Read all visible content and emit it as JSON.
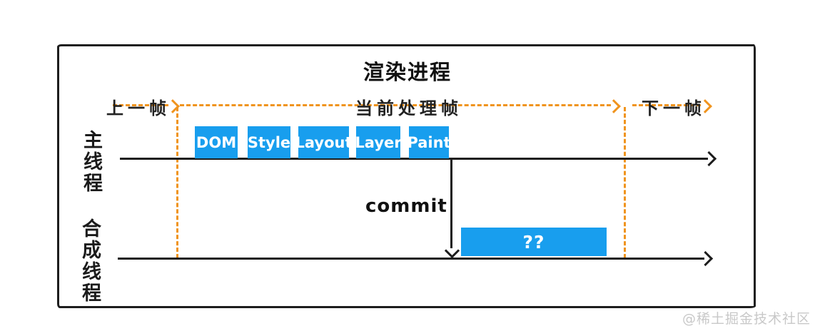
{
  "title": "渲染进程",
  "frame_markers": {
    "previous": "上一帧",
    "current": "当前处理帧",
    "next": "下一帧"
  },
  "main_thread": {
    "label": "主线程",
    "stages": [
      "DOM",
      "Style",
      "Layout",
      "Layer",
      "Paint"
    ]
  },
  "commit_label": "commit",
  "compositor_thread": {
    "label": "合成线程",
    "box_label": "??"
  },
  "watermark": "@稀土掘金技术社区",
  "colors": {
    "accent_orange": "#F0941E",
    "box_blue": "#189EEE",
    "line_black": "#1D1D1D",
    "watermark_gray": "#C8C8C8"
  }
}
